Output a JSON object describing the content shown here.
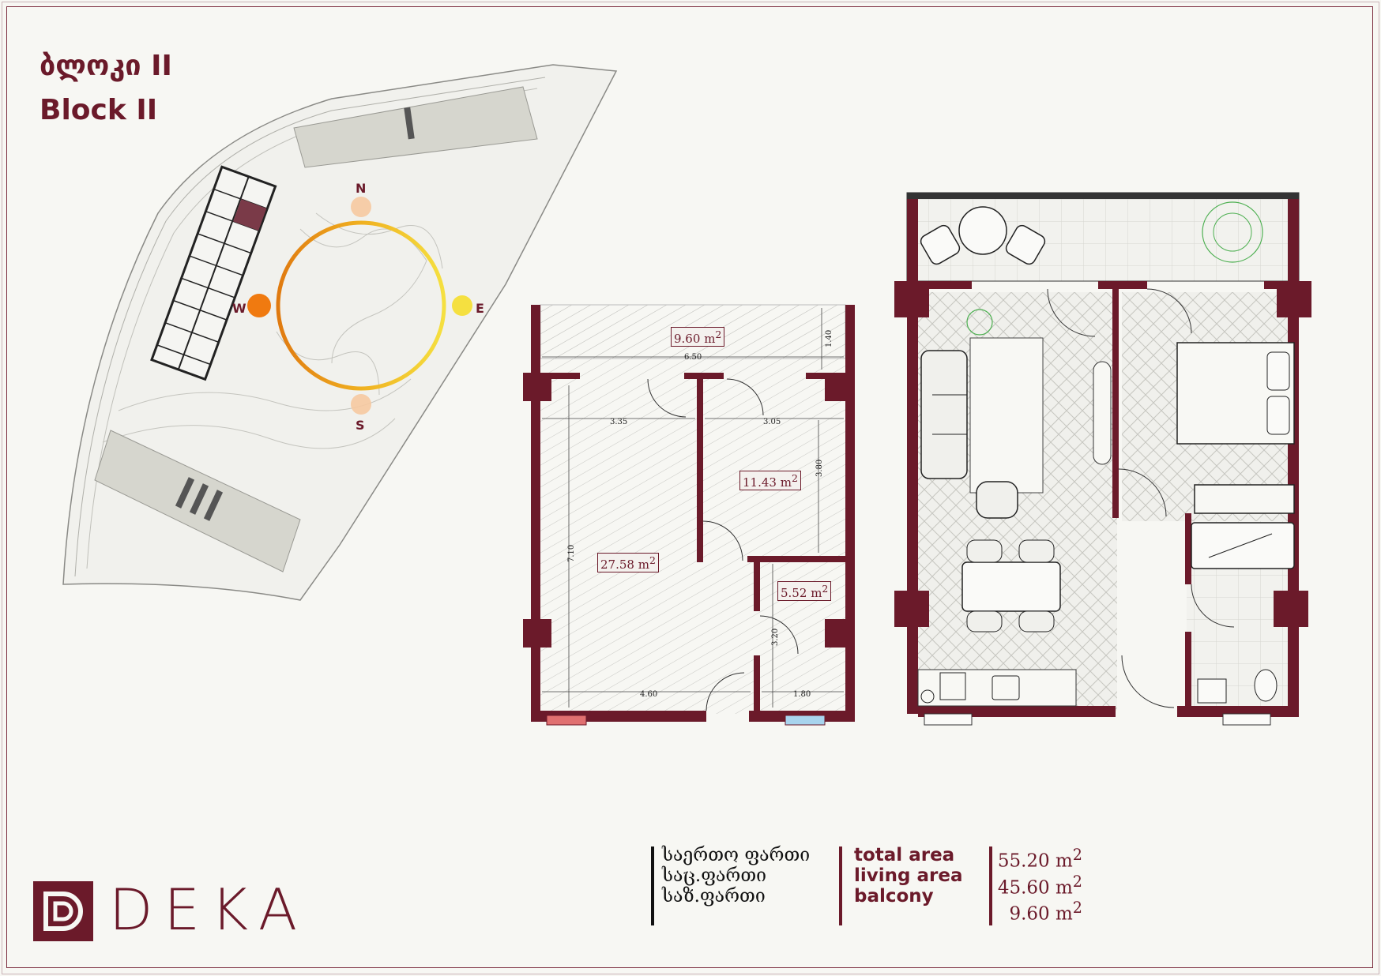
{
  "title": {
    "georgian": "ბლოკი II",
    "english": "Block II"
  },
  "site_plan": {
    "buildings": [
      "I",
      "III"
    ],
    "compass": {
      "north": "N",
      "south": "S",
      "east": "E",
      "west": "W"
    }
  },
  "plan_2d": {
    "rooms": [
      {
        "area": "9.60",
        "unit": "m"
      },
      {
        "area": "11.43",
        "unit": "m"
      },
      {
        "area": "27.58",
        "unit": "m"
      },
      {
        "area": "5.52",
        "unit": "m"
      }
    ],
    "dimensions": {
      "d650": "6.50",
      "d140": "1.40",
      "d335": "3.35",
      "d305": "3.05",
      "d380": "3.80",
      "d710": "7.10",
      "d320": "3.20",
      "d460": "4.60",
      "d180": "1.80"
    }
  },
  "summary": {
    "labels_ka": [
      "საერთო ფართი",
      "საც.ფართი",
      "საზ.ფართი"
    ],
    "labels_en": [
      "total area",
      "living area",
      "balcony"
    ],
    "values": [
      "55.20 m",
      "45.60 m",
      "9.60 m"
    ],
    "sup": "2"
  },
  "brand": {
    "name": "DEKA",
    "color": "#6b1a2a"
  }
}
